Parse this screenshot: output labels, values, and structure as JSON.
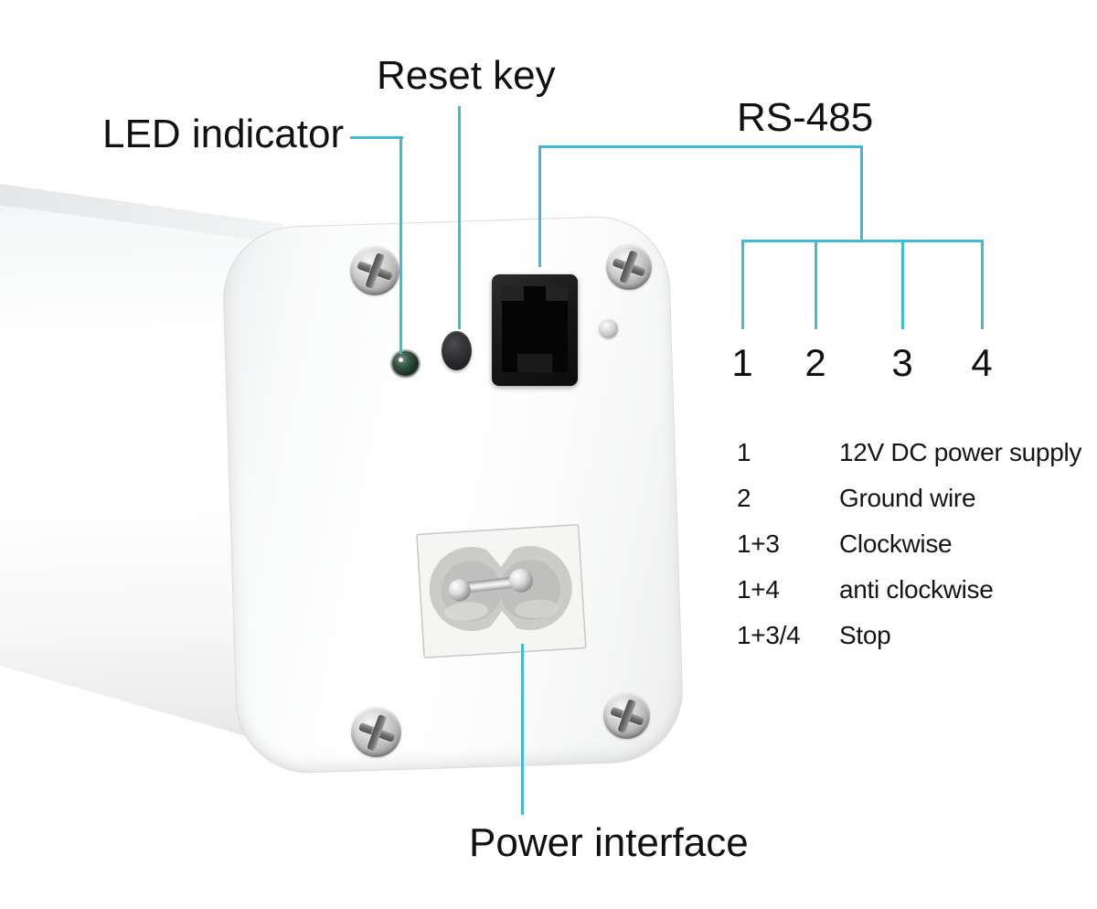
{
  "labels": {
    "led": "LED indicator",
    "reset": "Reset key",
    "rs485": "RS-485",
    "power": "Power interface"
  },
  "pins": [
    "1",
    "2",
    "3",
    "4"
  ],
  "pin_table": [
    {
      "pin": "1",
      "desc": "12V DC power supply"
    },
    {
      "pin": "2",
      "desc": "Ground wire"
    },
    {
      "pin": "1+3",
      "desc": "Clockwise"
    },
    {
      "pin": "1+4",
      "desc": "anti clockwise"
    },
    {
      "pin": "1+3/4",
      "desc": "Stop"
    }
  ],
  "colors": {
    "leader_line": "#3fbbd6",
    "label_text": "#111111",
    "led_green": "#2c4a38"
  }
}
